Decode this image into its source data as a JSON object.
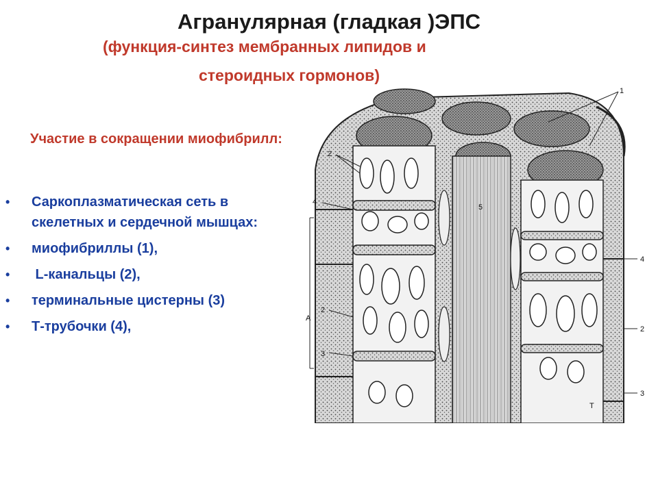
{
  "slide": {
    "title": "Агранулярная (гладкая )ЭПС",
    "subtitle_line1": "(функция-синтез мембранных липидов и",
    "subtitle_line2": "стероидных гормонов)",
    "section_heading": "Участие в сокращении миофибрилл:",
    "bullets": [
      "Саркоплазматическая сеть в скелетных и сердечной мышцах:",
      "миофибриллы (1),",
      " L-канальцы (2),",
      "терминальные цистерны (3)",
      "Т-трубочки (4),"
    ],
    "bullet_glyph": "•"
  },
  "figure": {
    "labels": {
      "l1": "1",
      "l2a": "2",
      "l4a": "4",
      "l5": "5",
      "l4b": "4",
      "lA": "A",
      "l2b": "2",
      "l2c": "2",
      "l3a": "3",
      "l3b": "3",
      "lT": "T"
    }
  },
  "colors": {
    "title": "#1a1a1a",
    "subtitle": "#c0392b",
    "bullets": "#1a3e9e"
  }
}
